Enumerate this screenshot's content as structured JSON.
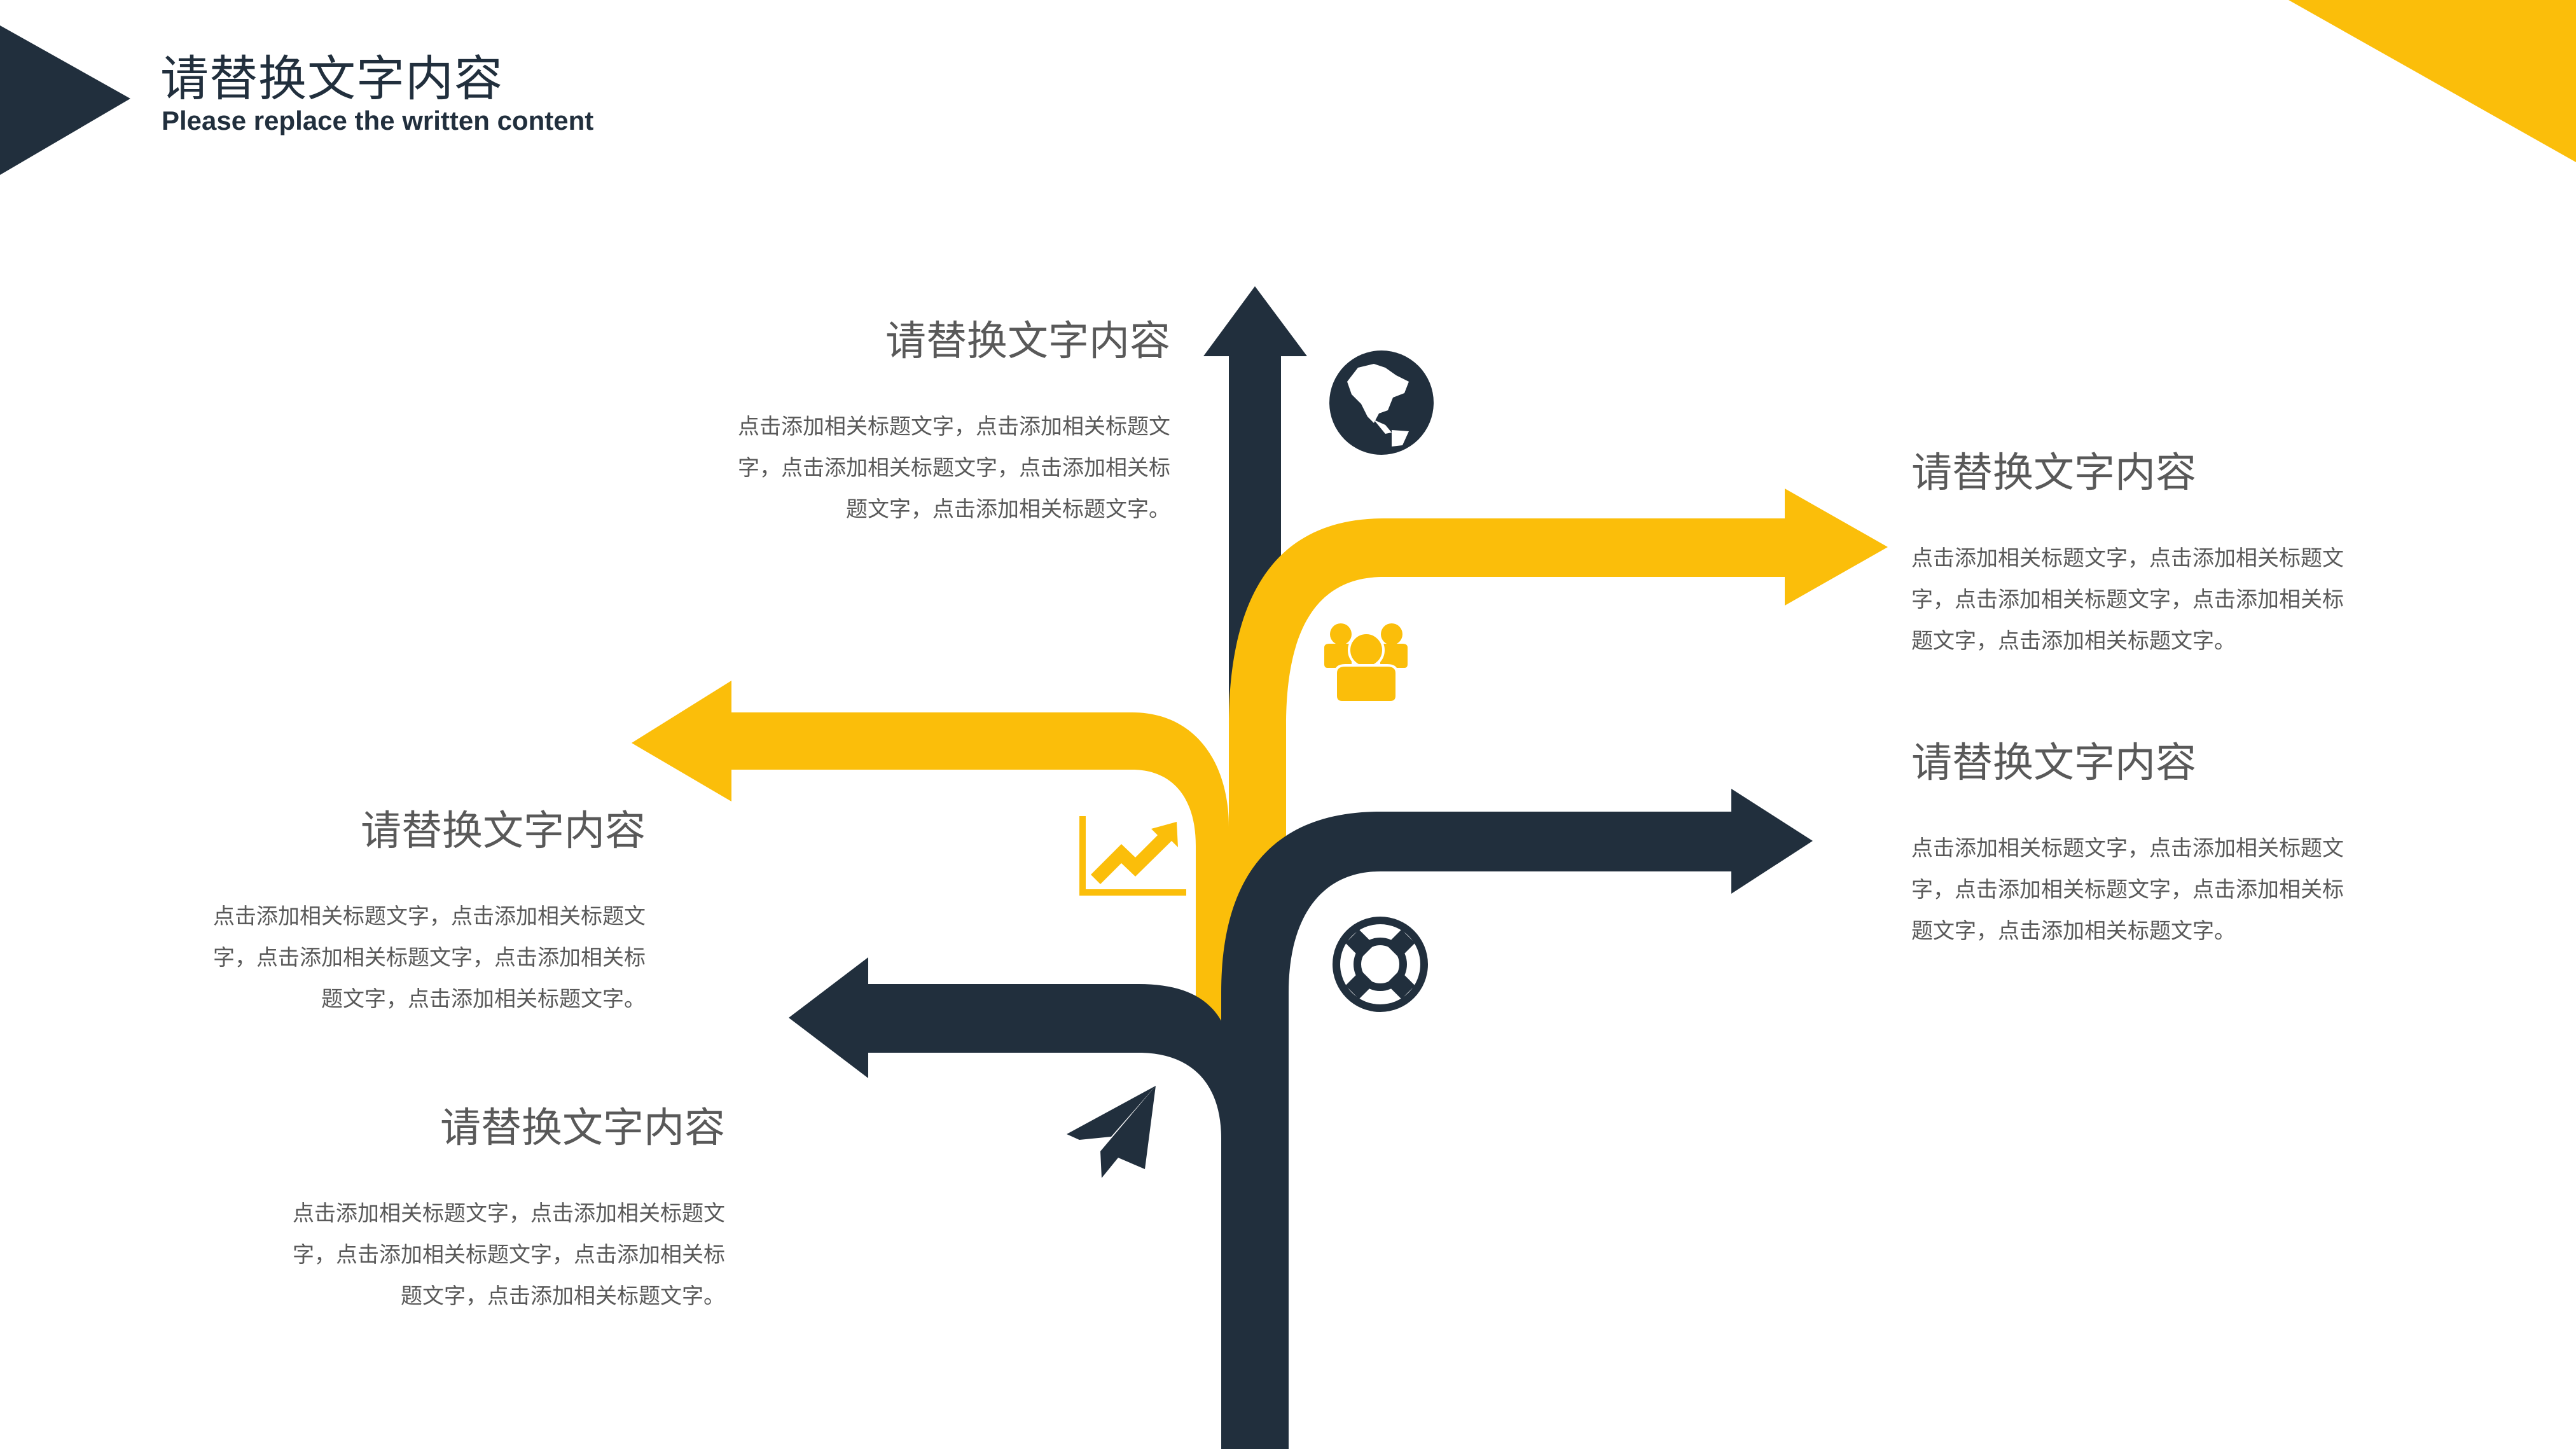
{
  "colors": {
    "navy": "#212f3d",
    "yellow": "#fbbe0a",
    "text_gray": "#595959",
    "background": "#ffffff"
  },
  "header": {
    "title": "请替换文字内容",
    "subtitle": "Please replace the written content"
  },
  "branches": [
    {
      "id": "top-left",
      "arrow_color": "navy",
      "direction": "up",
      "icon": "globe-icon",
      "title": "请替换文字内容",
      "desc": "点击添加相关标题文字，点击添加相关标题文字，点击添加相关标题文字，点击添加相关标题文字，点击添加相关标题文字。"
    },
    {
      "id": "top-right",
      "arrow_color": "yellow",
      "direction": "right",
      "icon": "users-group-icon",
      "title": "请替换文字内容",
      "desc": "点击添加相关标题文字，点击添加相关标题文字，点击添加相关标题文字，点击添加相关标题文字，点击添加相关标题文字。"
    },
    {
      "id": "middle-left",
      "arrow_color": "yellow",
      "direction": "left",
      "icon": "trend-chart-icon",
      "title": "请替换文字内容",
      "desc": "点击添加相关标题文字，点击添加相关标题文字，点击添加相关标题文字，点击添加相关标题文字，点击添加相关标题文字。"
    },
    {
      "id": "middle-right",
      "arrow_color": "navy",
      "direction": "right",
      "icon": "lifebuoy-icon",
      "title": "请替换文字内容",
      "desc": "点击添加相关标题文字，点击添加相关标题文字，点击添加相关标题文字，点击添加相关标题文字，点击添加相关标题文字。"
    },
    {
      "id": "bottom-left",
      "arrow_color": "navy",
      "direction": "left",
      "icon": "paper-plane-icon",
      "title": "请替换文字内容",
      "desc": "点击添加相关标题文字，点击添加相关标题文字，点击添加相关标题文字，点击添加相关标题文字，点击添加相关标题文字。"
    }
  ]
}
